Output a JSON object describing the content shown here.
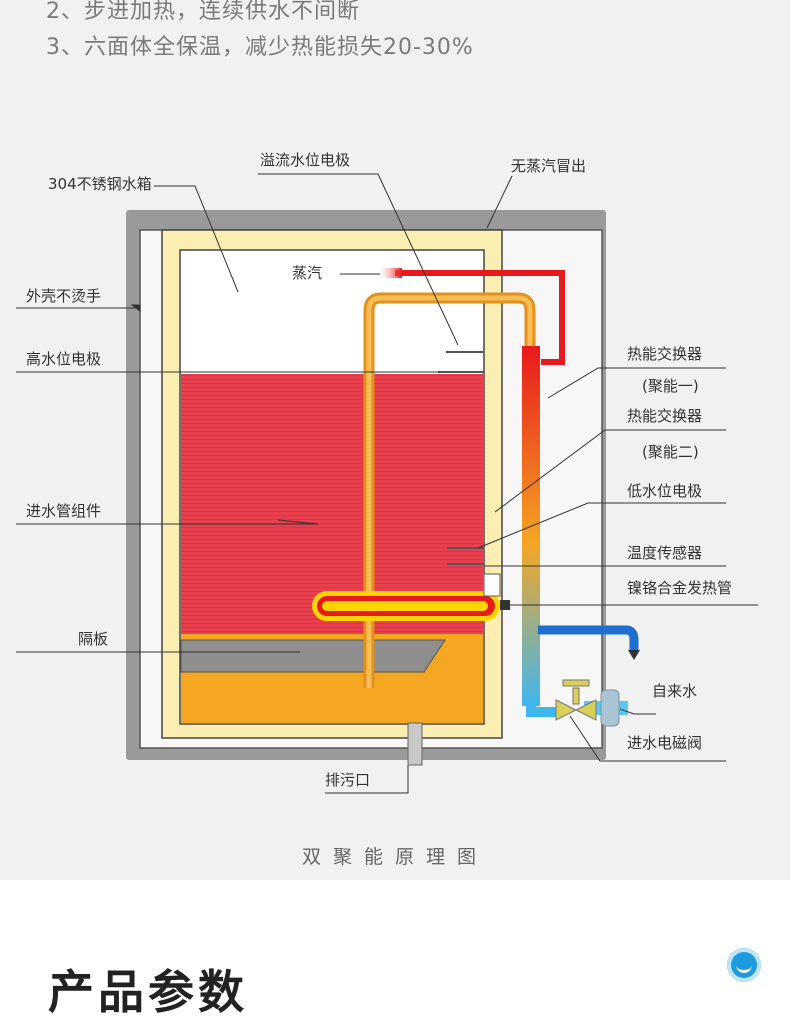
{
  "intro_lines": [
    "2、步进加热，连续供水不间断",
    "3、六面体全保温，减少热能损失20-30%"
  ],
  "labels": {
    "tank": "304不锈钢水箱",
    "overflow_electrode": "溢流水位电极",
    "no_steam": "无蒸汽冒出",
    "shell": "外壳不烫手",
    "steam": "蒸汽",
    "high_electrode": "高水位电极",
    "exchanger1": "热能交换器",
    "exchanger1_note": "(聚能一)",
    "exchanger2": "热能交换器",
    "exchanger2_note": "(聚能二)",
    "low_electrode": "低水位电极",
    "inlet_assembly": "进水管组件",
    "temp_sensor": "温度传感器",
    "heater": "镍铬合金发热管",
    "baffle": "隔板",
    "tap_water": "自来水",
    "solenoid_valve": "进水电磁阀",
    "drain": "排污口"
  },
  "caption": "双聚能原理图",
  "section_title": "产品参数",
  "colors": {
    "hot_water": "#e8404f",
    "warm_water": "#f5a623",
    "insulation": "#fbeeb2",
    "steam_pipe": "#e8191c",
    "cold_pipe": "#1e6fd0"
  },
  "icons": {
    "logo": "water-drop-logo-icon"
  }
}
